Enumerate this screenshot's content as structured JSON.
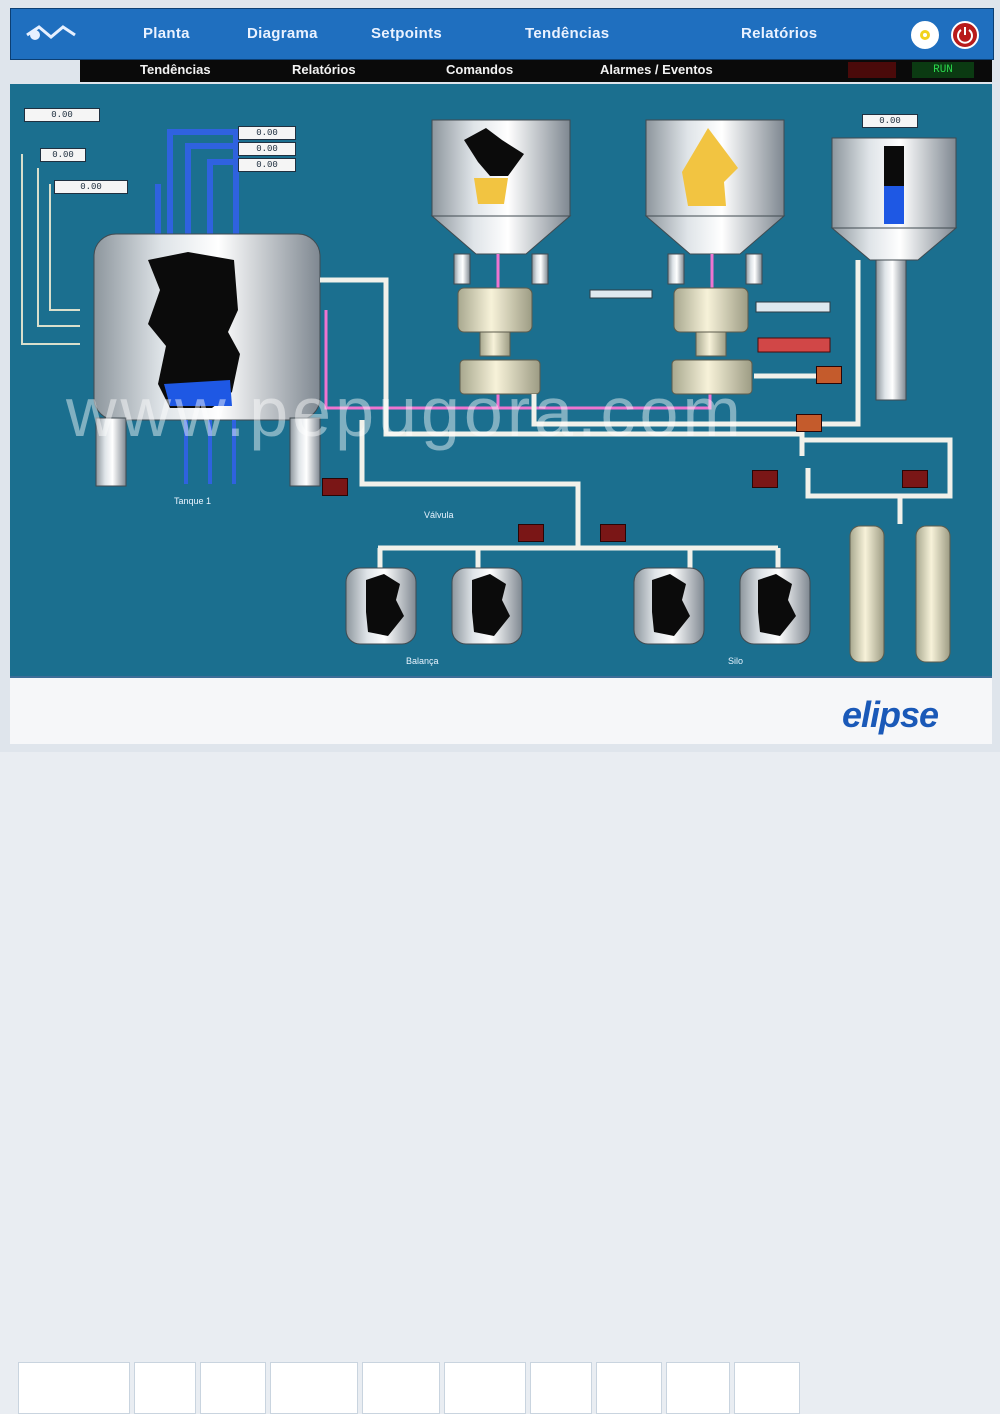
{
  "app": {
    "brand": "elipse"
  },
  "menu": {
    "items": [
      "Planta",
      "Diagrama",
      "Setpoints",
      "Tendências",
      "Relatórios"
    ]
  },
  "submenu": {
    "items": [
      "Tendências",
      "Relatórios",
      "Comandos",
      "Alarmes / Eventos"
    ]
  },
  "status": {
    "indicator": "RUN"
  },
  "watermark": "www.pepugora.com",
  "help_icon": "?",
  "tags": {
    "readouts": [
      "0.00",
      "0.00",
      "0.00",
      "0.00",
      "0.00",
      "0.00",
      "0.00"
    ],
    "labels": [
      "Tanque 1",
      "Válvula",
      "Balança",
      "Silo"
    ]
  },
  "colors": {
    "canvas": "#1b6f8f",
    "pipe_white": "#f1f1ea",
    "pipe_pink": "#ef74d0",
    "pipe_blue": "#2f62df",
    "valve": "#7a1616",
    "accent": "#1f6fbf"
  },
  "icons": {
    "power": "power-icon",
    "settings": "gear-icon",
    "help": "help-icon"
  }
}
